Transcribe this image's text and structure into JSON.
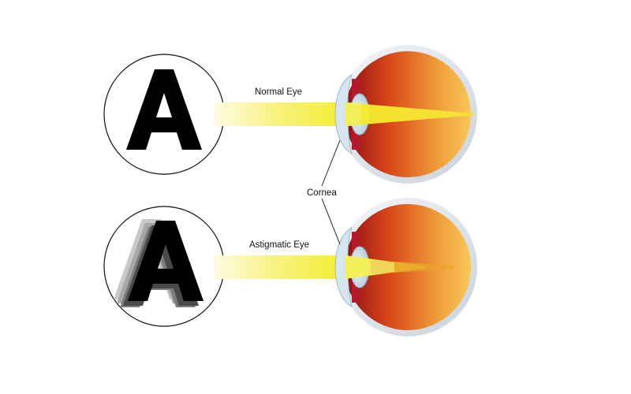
{
  "labels": {
    "normal_eye": "Normal Eye",
    "astigmatic_eye": "Astigmatic Eye",
    "cornea": "Cornea"
  },
  "letters": {
    "normal": "A",
    "astigmatic": "A"
  },
  "colors": {
    "background": "#ffffff",
    "light_beam": "#f3f03a",
    "lens": "#cfe3ee",
    "iris": "#b51a2a",
    "eyeball_back": "#c62a12",
    "eyeball_front": "#f6b84a",
    "sclera_ring": "#e7ecf2",
    "leader_line": "#222222"
  }
}
